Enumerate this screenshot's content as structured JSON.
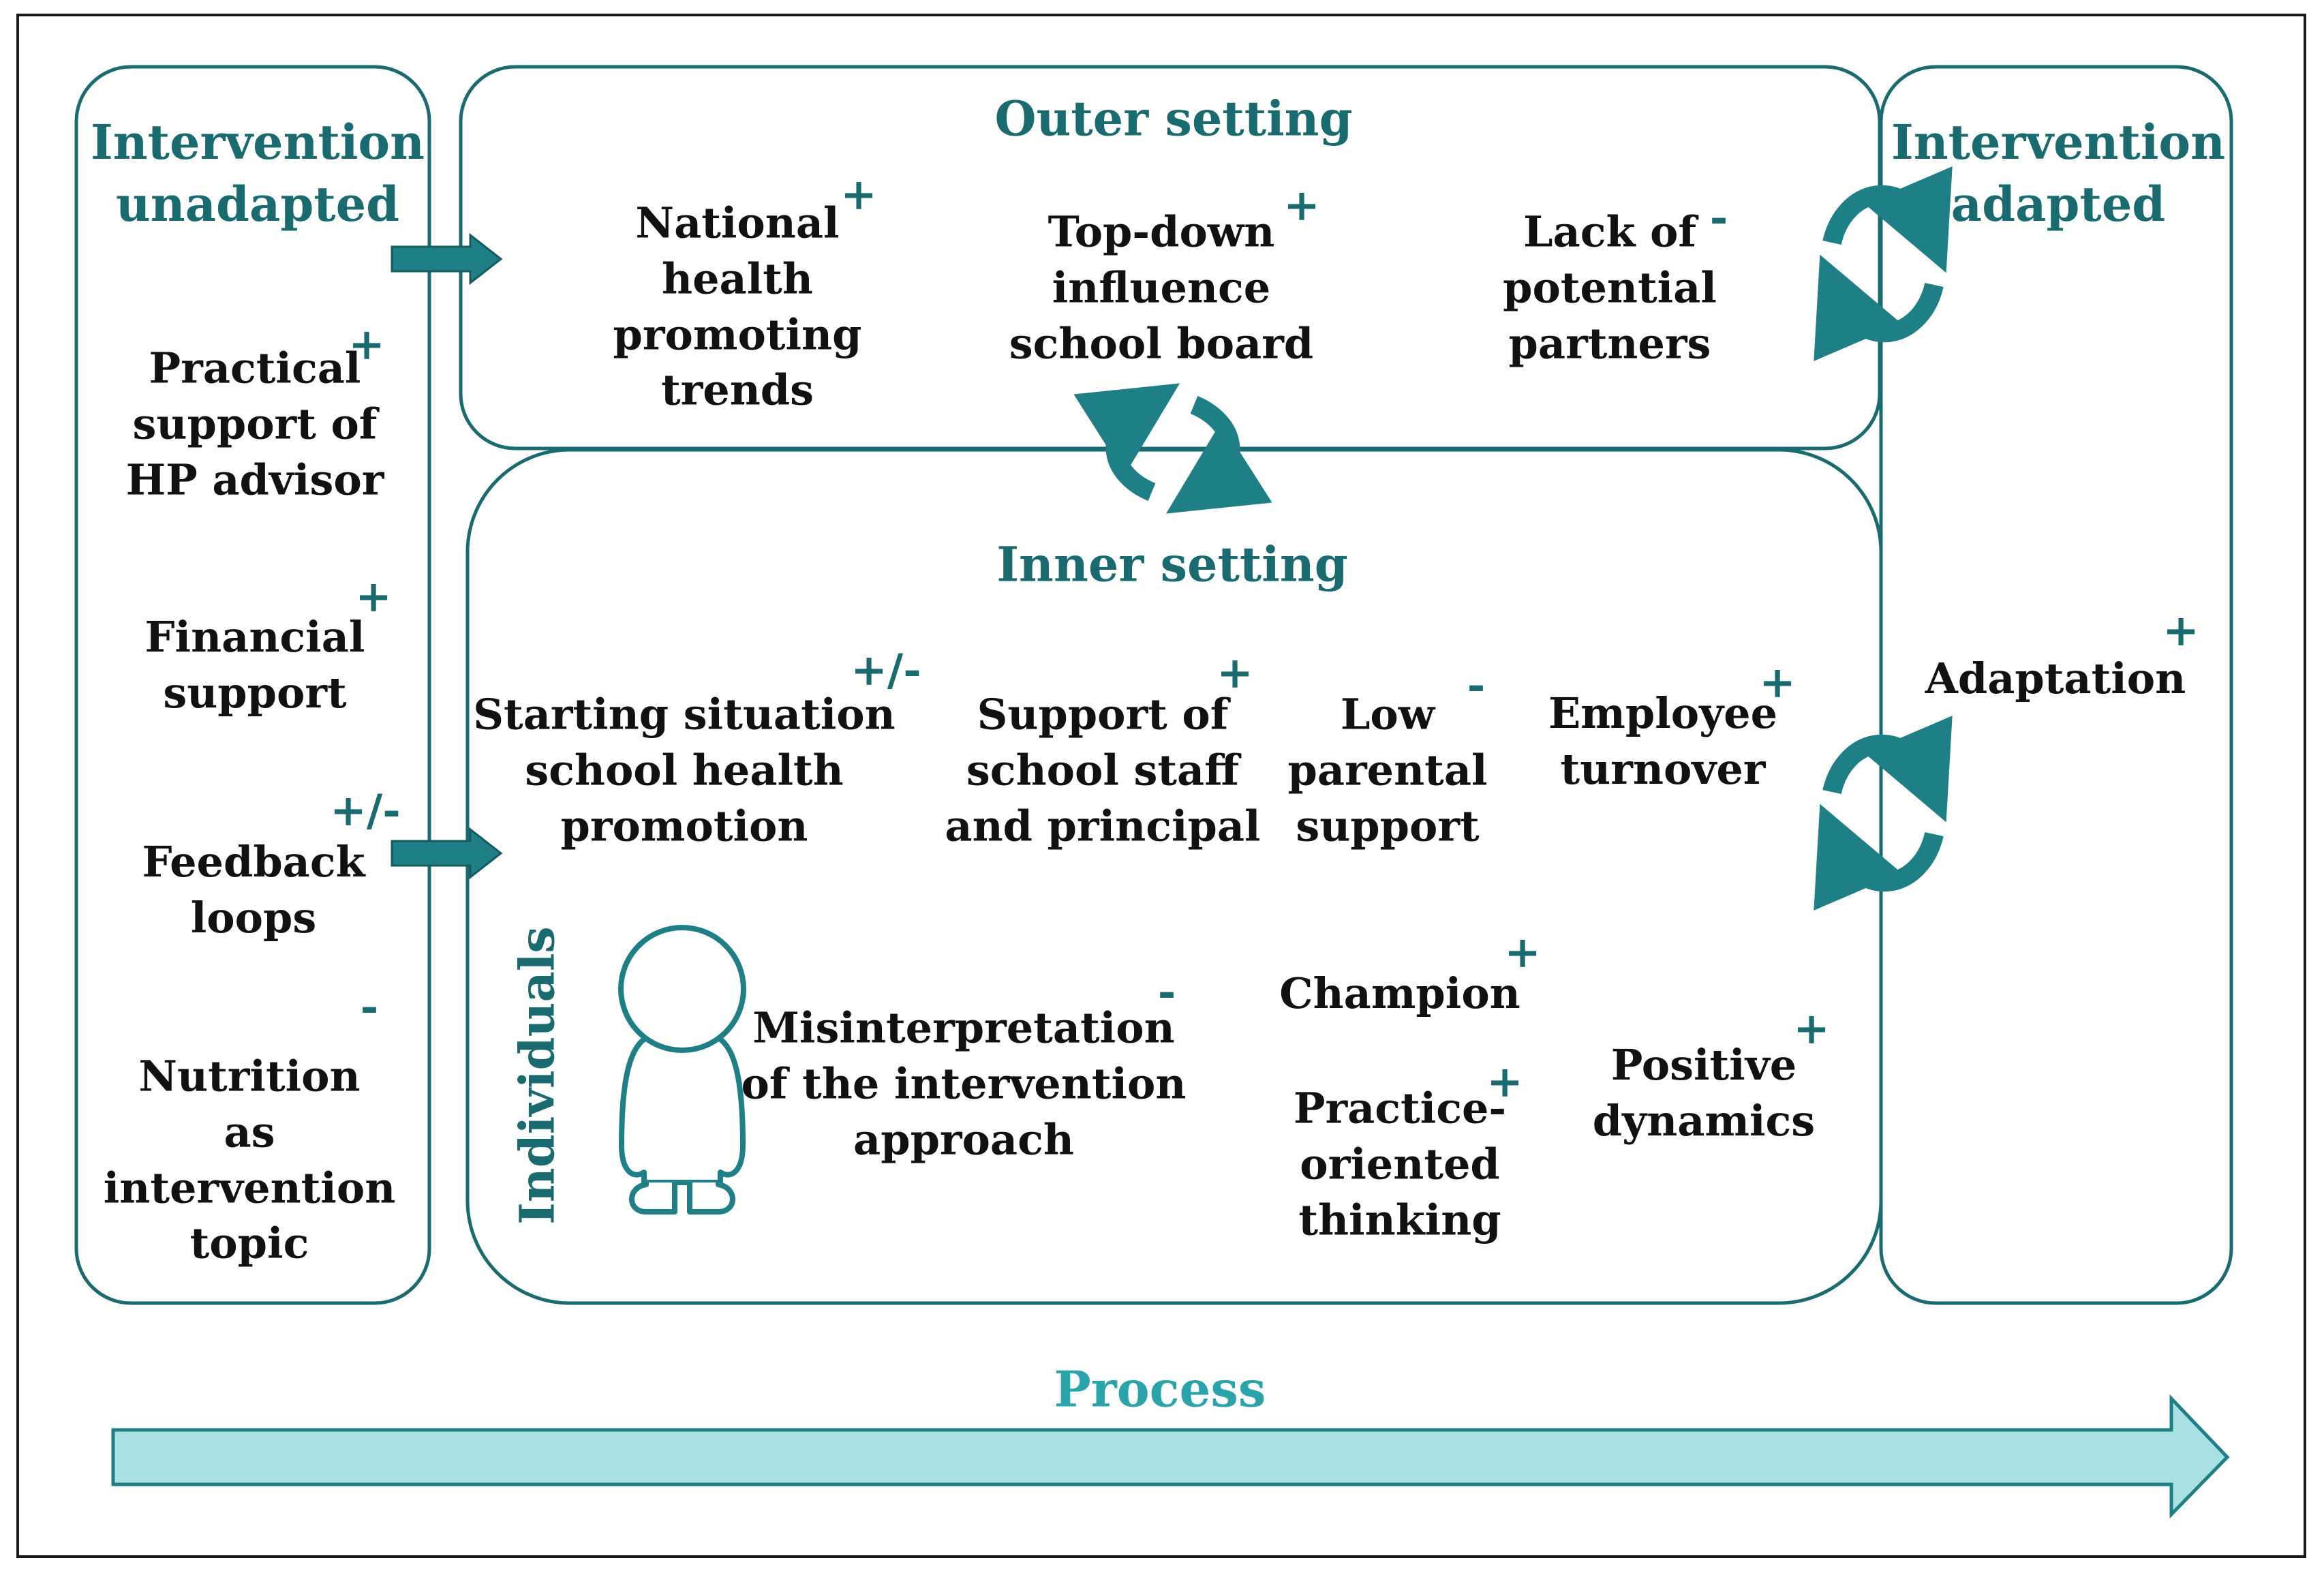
{
  "colors": {
    "teal": "#1a6b70",
    "arrow_teal": "#1e7f86",
    "process_fill": "#a9e1e3",
    "process_label": "#2aa3ab",
    "text": "#111111"
  },
  "left_box": {
    "title": [
      "Intervention",
      "unadapted"
    ],
    "factors": [
      {
        "lines": [
          "Practical",
          "support of",
          "HP advisor"
        ],
        "sign": "+"
      },
      {
        "lines": [
          "Financial",
          "support"
        ],
        "sign": "+"
      },
      {
        "lines": [
          "Feedback",
          "loops"
        ],
        "sign": "+/-"
      },
      {
        "lines": [
          "Nutrition",
          "as",
          "intervention",
          "topic"
        ],
        "sign": "-"
      }
    ]
  },
  "outer_setting": {
    "title": "Outer setting",
    "factors": [
      {
        "lines": [
          "National",
          "health",
          "promoting",
          "trends"
        ],
        "sign": "+"
      },
      {
        "lines": [
          "Top-down",
          "influence",
          "school board"
        ],
        "sign": "+"
      },
      {
        "lines": [
          "Lack of",
          "potential",
          "partners"
        ],
        "sign": "-"
      }
    ]
  },
  "inner_setting": {
    "title": "Inner setting",
    "factors": [
      {
        "lines": [
          "Starting situation",
          "school health",
          "promotion"
        ],
        "sign": "+/-"
      },
      {
        "lines": [
          "Support of",
          "school staff",
          "and principal"
        ],
        "sign": "+"
      },
      {
        "lines": [
          "Low",
          "parental",
          "support"
        ],
        "sign": "-"
      },
      {
        "lines": [
          "Employee",
          "turnover"
        ],
        "sign": "+"
      }
    ]
  },
  "individuals": {
    "label": "Individuals",
    "person_icon": "person-outline-icon",
    "factors": [
      {
        "lines": [
          "Misinterpretation",
          "of the intervention",
          "approach"
        ],
        "sign": "-"
      },
      {
        "lines": [
          "Champion"
        ],
        "sign": "+"
      },
      {
        "lines": [
          "Practice-",
          "oriented",
          "thinking"
        ],
        "sign": "+"
      },
      {
        "lines": [
          "Positive",
          "dynamics"
        ],
        "sign": "+"
      }
    ]
  },
  "right_box": {
    "title": [
      "Intervention",
      "adapted"
    ],
    "factors": [
      {
        "lines": [
          "Adaptation"
        ],
        "sign": "+"
      }
    ]
  },
  "process": {
    "label": "Process",
    "icon": "process-arrow-icon"
  },
  "cycle_icon": "circular-arrows-icon",
  "flow_arrow_icon": "right-arrow-icon"
}
